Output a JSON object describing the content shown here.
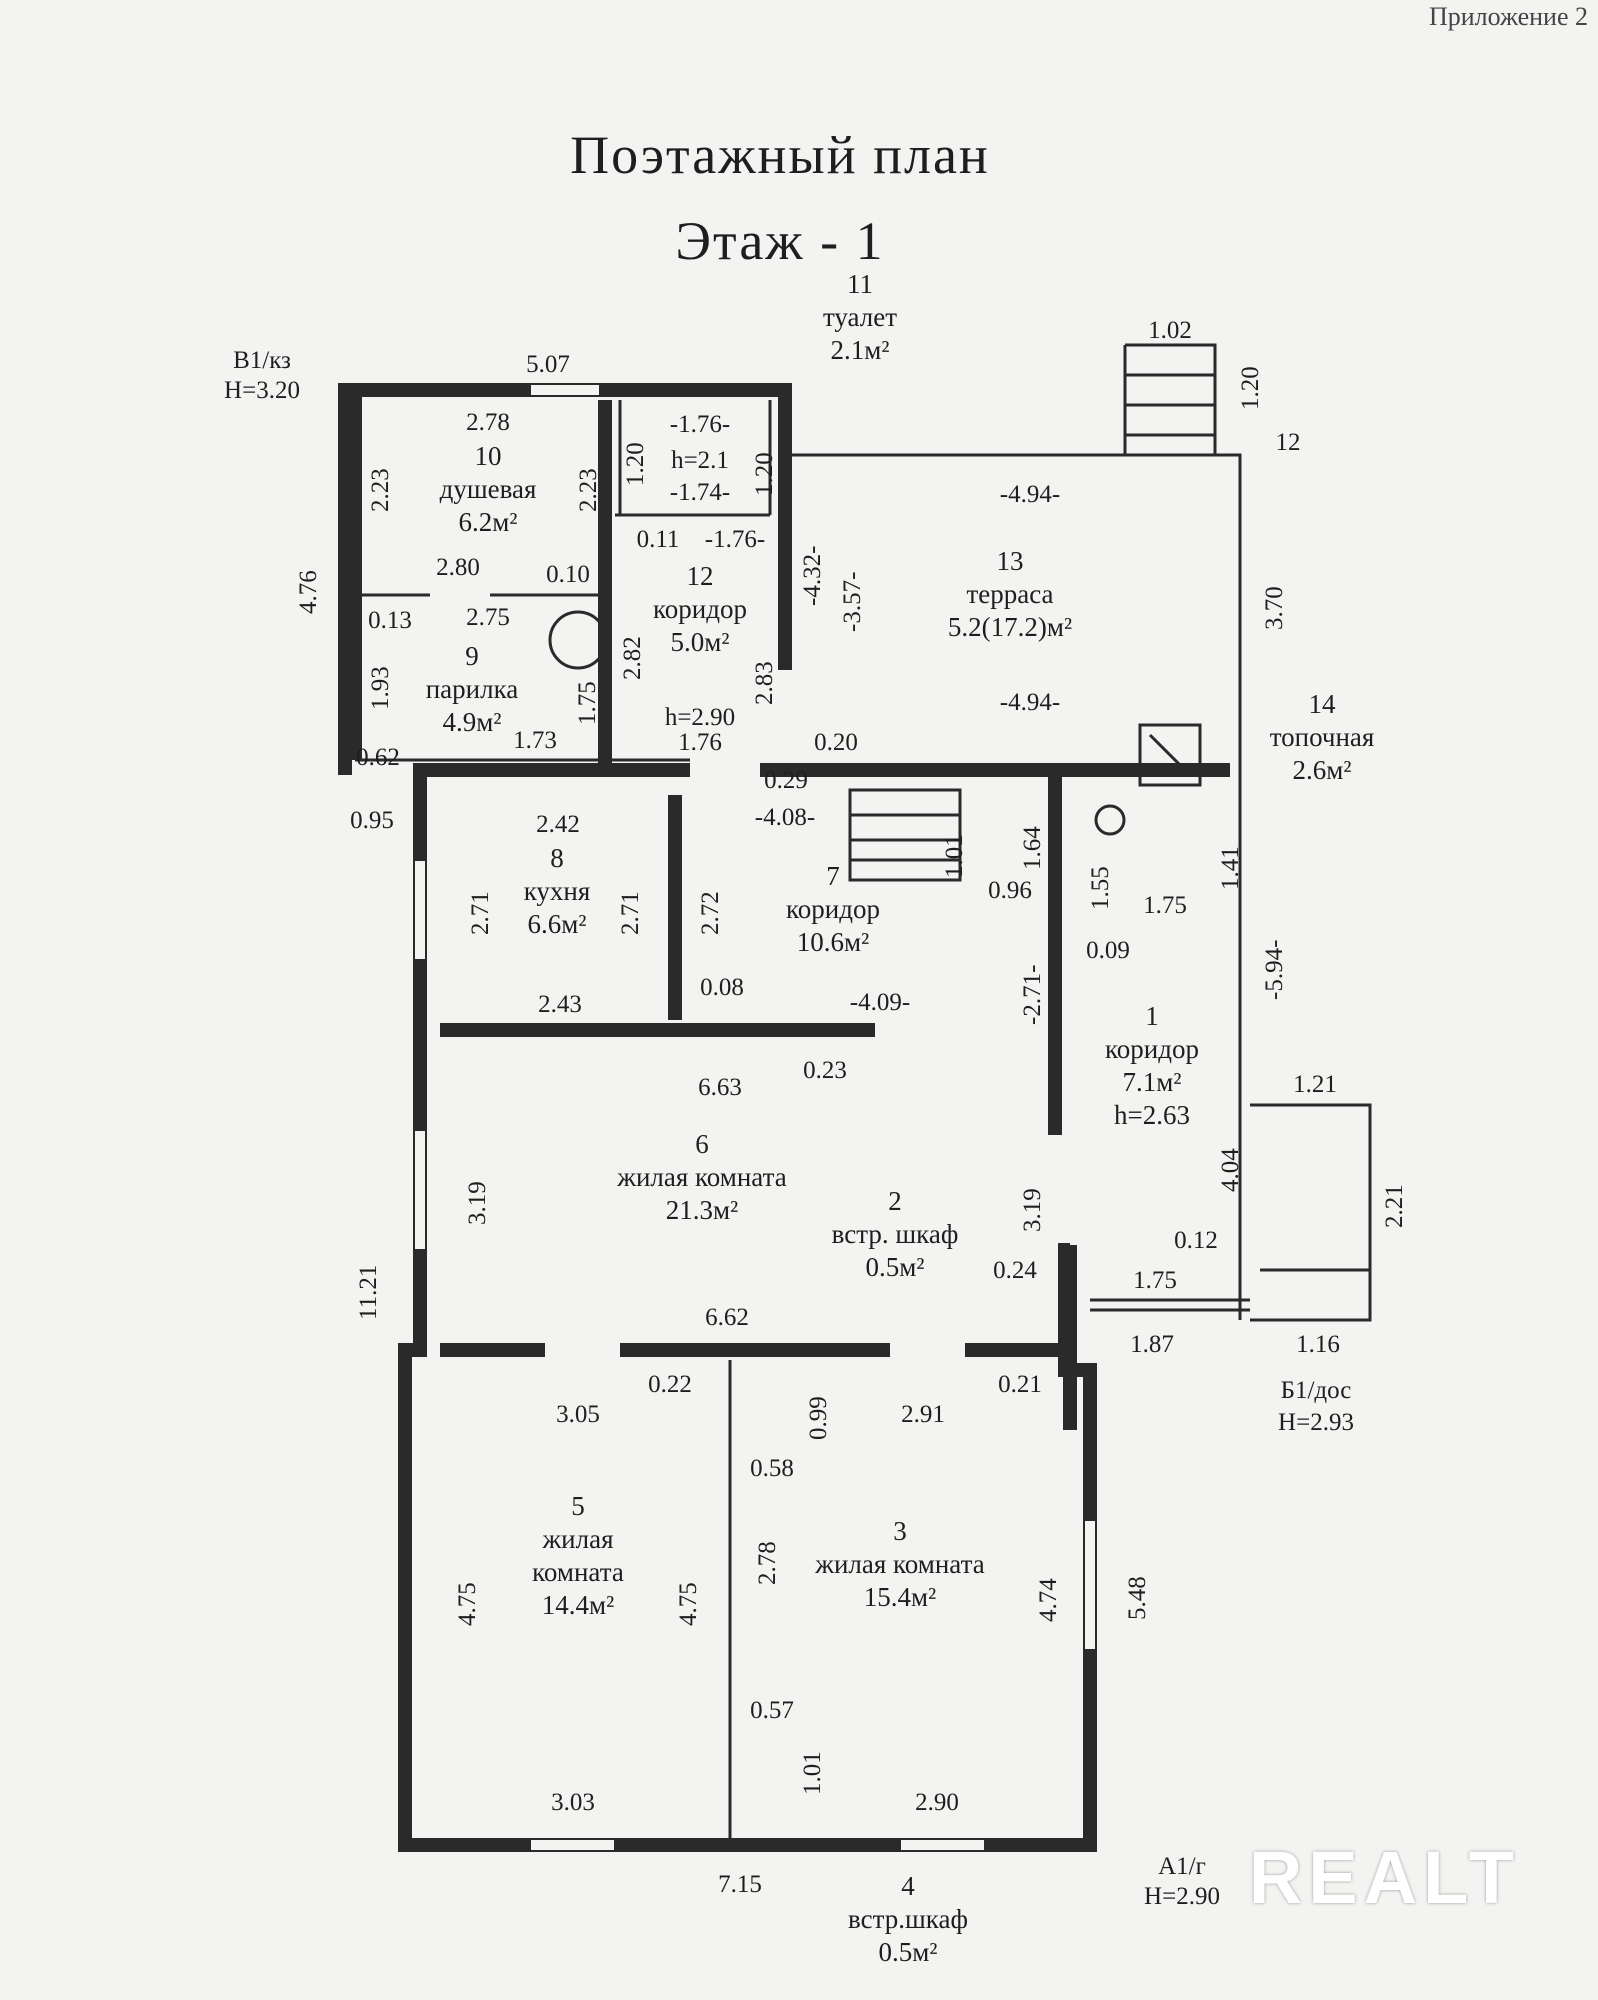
{
  "header": {
    "corner_note": "Приложение 2",
    "title": "Поэтажный план",
    "floor": "Этаж - 1"
  },
  "blocks": {
    "b1_name": "В1/кз",
    "b1_h": "H=3.20",
    "b2_name": "Б1/дос",
    "b2_h": "H=2.93",
    "a1_name": "А1/г",
    "a1_h": "H=2.90"
  },
  "rooms": {
    "r1": {
      "num": "1",
      "name": "коридор",
      "area": "7.1м²",
      "height": "h=2.63"
    },
    "r2": {
      "num": "2",
      "name": "встр. шкаф",
      "area": "0.5м²"
    },
    "r3": {
      "num": "3",
      "name": "жилая комната",
      "area": "15.4м²"
    },
    "r4": {
      "num": "4",
      "name": "встр.шкаф",
      "area": "0.5м²"
    },
    "r5": {
      "num": "5",
      "name1": "жилая",
      "name2": "комната",
      "area": "14.4м²"
    },
    "r6": {
      "num": "6",
      "name": "жилая комната",
      "area": "21.3м²"
    },
    "r7": {
      "num": "7",
      "name": "коридор",
      "area": "10.6м²"
    },
    "r8": {
      "num": "8",
      "name": "кухня",
      "area": "6.6м²"
    },
    "r9": {
      "num": "9",
      "name": "парилка",
      "area": "4.9м²"
    },
    "r10": {
      "num": "10",
      "name": "душевая",
      "area": "6.2м²"
    },
    "r11": {
      "num": "11",
      "name": "туалет",
      "area": "2.1м²",
      "height": "h=2.1"
    },
    "r12": {
      "num": "12",
      "name": "коридор",
      "area": "5.0м²",
      "height": "h=2.90"
    },
    "r12_outer": "12",
    "r13": {
      "num": "13",
      "name": "терраса",
      "area": "5.2(17.2)м²"
    },
    "r14": {
      "num": "14",
      "name": "топочная",
      "area": "2.6м²"
    }
  },
  "dims": {
    "d_507": "5.07",
    "d_476": "4.76",
    "d_278": "2.78",
    "d_223a": "2.23",
    "d_223b": "2.23",
    "d_280": "2.80",
    "d_010": "0.10",
    "d_013": "0.13",
    "d_275": "2.75",
    "d_193": "1.93",
    "d_175a": "1.75",
    "d_173": "1.73",
    "d_062": "0.62",
    "d_095": "0.95",
    "d_282": "2.82",
    "d_283": "2.83",
    "d_176a": "1.76",
    "d_120a": "1.20",
    "d_120b": "1.20",
    "d_176b": "-1.76-",
    "d_174": "-1.74-",
    "d_011": "0.11",
    "d_176c": "-1.76-",
    "d_432": "-4.32-",
    "d_357": "-3.57-",
    "d_102": "1.02",
    "d_120c": "1.20",
    "d_494a": "-4.94-",
    "d_494b": "-4.94-",
    "d_370": "3.70",
    "d_020": "0.20",
    "d_029": "0.29",
    "d_408": "-4.08-",
    "d_101": "1.01",
    "d_164": "1.64",
    "d_096": "0.96",
    "d_155": "1.55",
    "d_175b": "1.75",
    "d_141": "1.41",
    "d_009": "0.09",
    "d_594": "-5.94-",
    "d_242": "2.42",
    "d_271a": "2.71",
    "d_271b": "2.71",
    "d_272": "2.72",
    "d_243": "2.43",
    "d_008": "0.08",
    "d_409": "-4.09-",
    "d_271c": "-2.71-",
    "d_663": "6.63",
    "d_023": "0.23",
    "d_319a": "3.19",
    "d_319b": "3.19",
    "d_1121": "11.21",
    "d_024": "0.24",
    "d_662": "6.62",
    "d_121": "1.21",
    "d_404": "4.04",
    "d_221": "2.21",
    "d_012": "0.12",
    "d_175c": "1.75",
    "d_187": "1.87",
    "d_116": "1.16",
    "d_022": "0.22",
    "d_305": "3.05",
    "d_099": "0.99",
    "d_291": "2.91",
    "d_021": "0.21",
    "d_058": "0.58",
    "d_475a": "4.75",
    "d_475b": "4.75",
    "d_278b": "2.78",
    "d_474": "4.74",
    "d_548": "5.48",
    "d_057": "0.57",
    "d_101b": "1.01",
    "d_303": "3.03",
    "d_290": "2.90",
    "d_715": "7.15"
  },
  "watermark": "REALT"
}
